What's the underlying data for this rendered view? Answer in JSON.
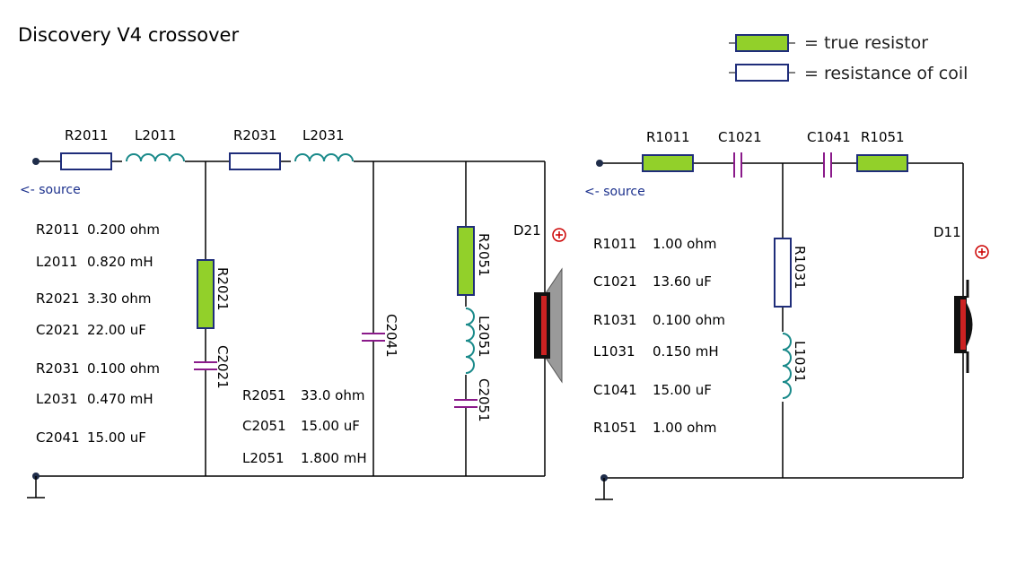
{
  "title": "Discovery V4 crossover",
  "legend": {
    "true_resistor": "= true resistor",
    "coil_resistance": "= resistance of coil"
  },
  "colors": {
    "true_resistor_fill": "#92d02a",
    "coil_resistor_fill": "#ffffff",
    "resistor_outline": "#1f2d7a",
    "inductor": "#1a8a8a",
    "capacitor": "#8a1a8a",
    "wire": "#000000",
    "source_text": "#1a2f8c",
    "speaker_plus": "#cc0000"
  },
  "woofer": {
    "source_label": "<- source",
    "labels": {
      "R2011": "R2011",
      "L2011": "L2011",
      "R2031": "R2031",
      "L2031": "L2031",
      "R2021": "R2021",
      "C2021": "C2021",
      "C2041": "C2041",
      "R2051": "R2051",
      "L2051": "L2051",
      "C2051": "C2051",
      "D21": "D21"
    },
    "values_col1": [
      {
        "name": "R2011",
        "value": "0.200 ohm"
      },
      {
        "name": "L2011",
        "value": "0.820 mH"
      },
      {
        "name": "R2021",
        "value": "3.30 ohm"
      },
      {
        "name": "C2021",
        "value": "22.00 uF"
      },
      {
        "name": "R2031",
        "value": "0.100 ohm"
      },
      {
        "name": "L2031",
        "value": "0.470 mH"
      },
      {
        "name": "C2041",
        "value": "15.00 uF"
      }
    ],
    "values_col2": [
      {
        "name": "R2051",
        "value": "33.0 ohm"
      },
      {
        "name": "C2051",
        "value": "15.00 uF"
      },
      {
        "name": "L2051",
        "value": "1.800 mH"
      }
    ]
  },
  "tweeter": {
    "source_label": "<- source",
    "labels": {
      "R1011": "R1011",
      "C1021": "C1021",
      "C1041": "C1041",
      "R1051": "R1051",
      "R1031": "R1031",
      "L1031": "L1031",
      "D11": "D11"
    },
    "values": [
      {
        "name": "R1011",
        "value": "1.00 ohm"
      },
      {
        "name": "C1021",
        "value": "13.60 uF"
      },
      {
        "name": "R1031",
        "value": "0.100 ohm"
      },
      {
        "name": "L1031",
        "value": "0.150 mH"
      },
      {
        "name": "C1041",
        "value": "15.00 uF"
      },
      {
        "name": "R1051",
        "value": "1.00 ohm"
      }
    ]
  }
}
